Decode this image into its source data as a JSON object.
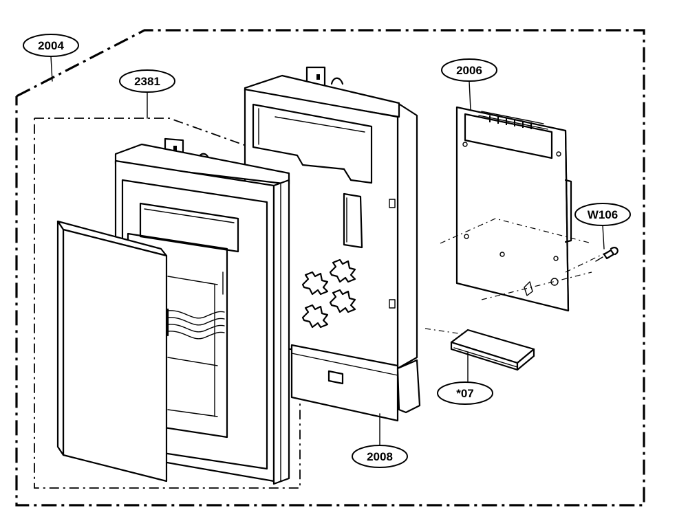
{
  "diagram": {
    "callouts": {
      "assembly": "2004",
      "frame_assembly": "2381",
      "pcb": "2006",
      "screw": "W106",
      "housing": "2008",
      "part": "*07"
    }
  }
}
